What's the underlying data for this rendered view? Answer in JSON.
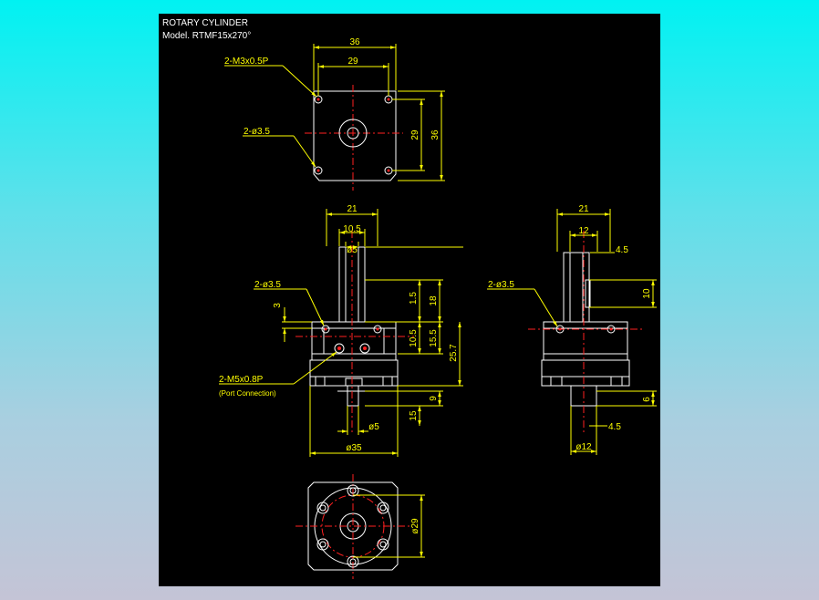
{
  "title": {
    "line1": "ROTARY  CYLINDER",
    "line2": "Model. RTMF15x270°"
  },
  "top_view": {
    "dim_width_outer": "36",
    "dim_width_inner": "29",
    "dim_height_inner": "29",
    "dim_height_outer": "36",
    "callout_thread": "2-M3x0.5P",
    "callout_hole": "2-ø3.5"
  },
  "front_view": {
    "dim_21": "21",
    "dim_10_5": "10.5",
    "dim_shaft": "ø5",
    "dim_3": "3",
    "dim_1_5_top": "1.5",
    "dim_18": "18",
    "dim_10_5_body": "10.5",
    "dim_15_5": "15.5",
    "dim_25_7": "25.7",
    "dim_9": "9",
    "dim_1_5_bottom": "15",
    "dim_shaft_bottom": "ø5",
    "dim_35": "ø35",
    "callout_hole": "2-ø3.5",
    "callout_port": "2-M5x0.8P",
    "callout_port_note": "(Port Connection)"
  },
  "side_view": {
    "dim_21": "21",
    "dim_12": "12",
    "dim_4_5_top": "4.5",
    "dim_10": "10",
    "dim_6": "6",
    "dim_4_5_bottom": "4.5",
    "dim_12_bottom": "ø12",
    "callout_hole": "2-ø3.5"
  },
  "bottom_view": {
    "dim_29": "ø29"
  }
}
